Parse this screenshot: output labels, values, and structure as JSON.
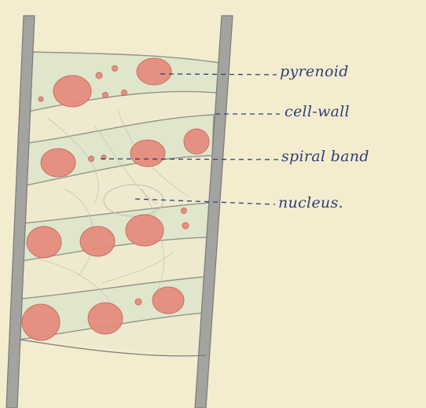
{
  "labels": {
    "pyrenoid": "pyrenoid",
    "cell_wall": "cell-wall",
    "spiral_band": "spiral band",
    "nucleus": "nucleus."
  },
  "colors": {
    "paper": "#f3eccf",
    "wall": "#9a9a98",
    "pyrenoid": "#e58a7c",
    "chloroplast_band": "#dfe6cc",
    "ink": "#2f3f73"
  }
}
